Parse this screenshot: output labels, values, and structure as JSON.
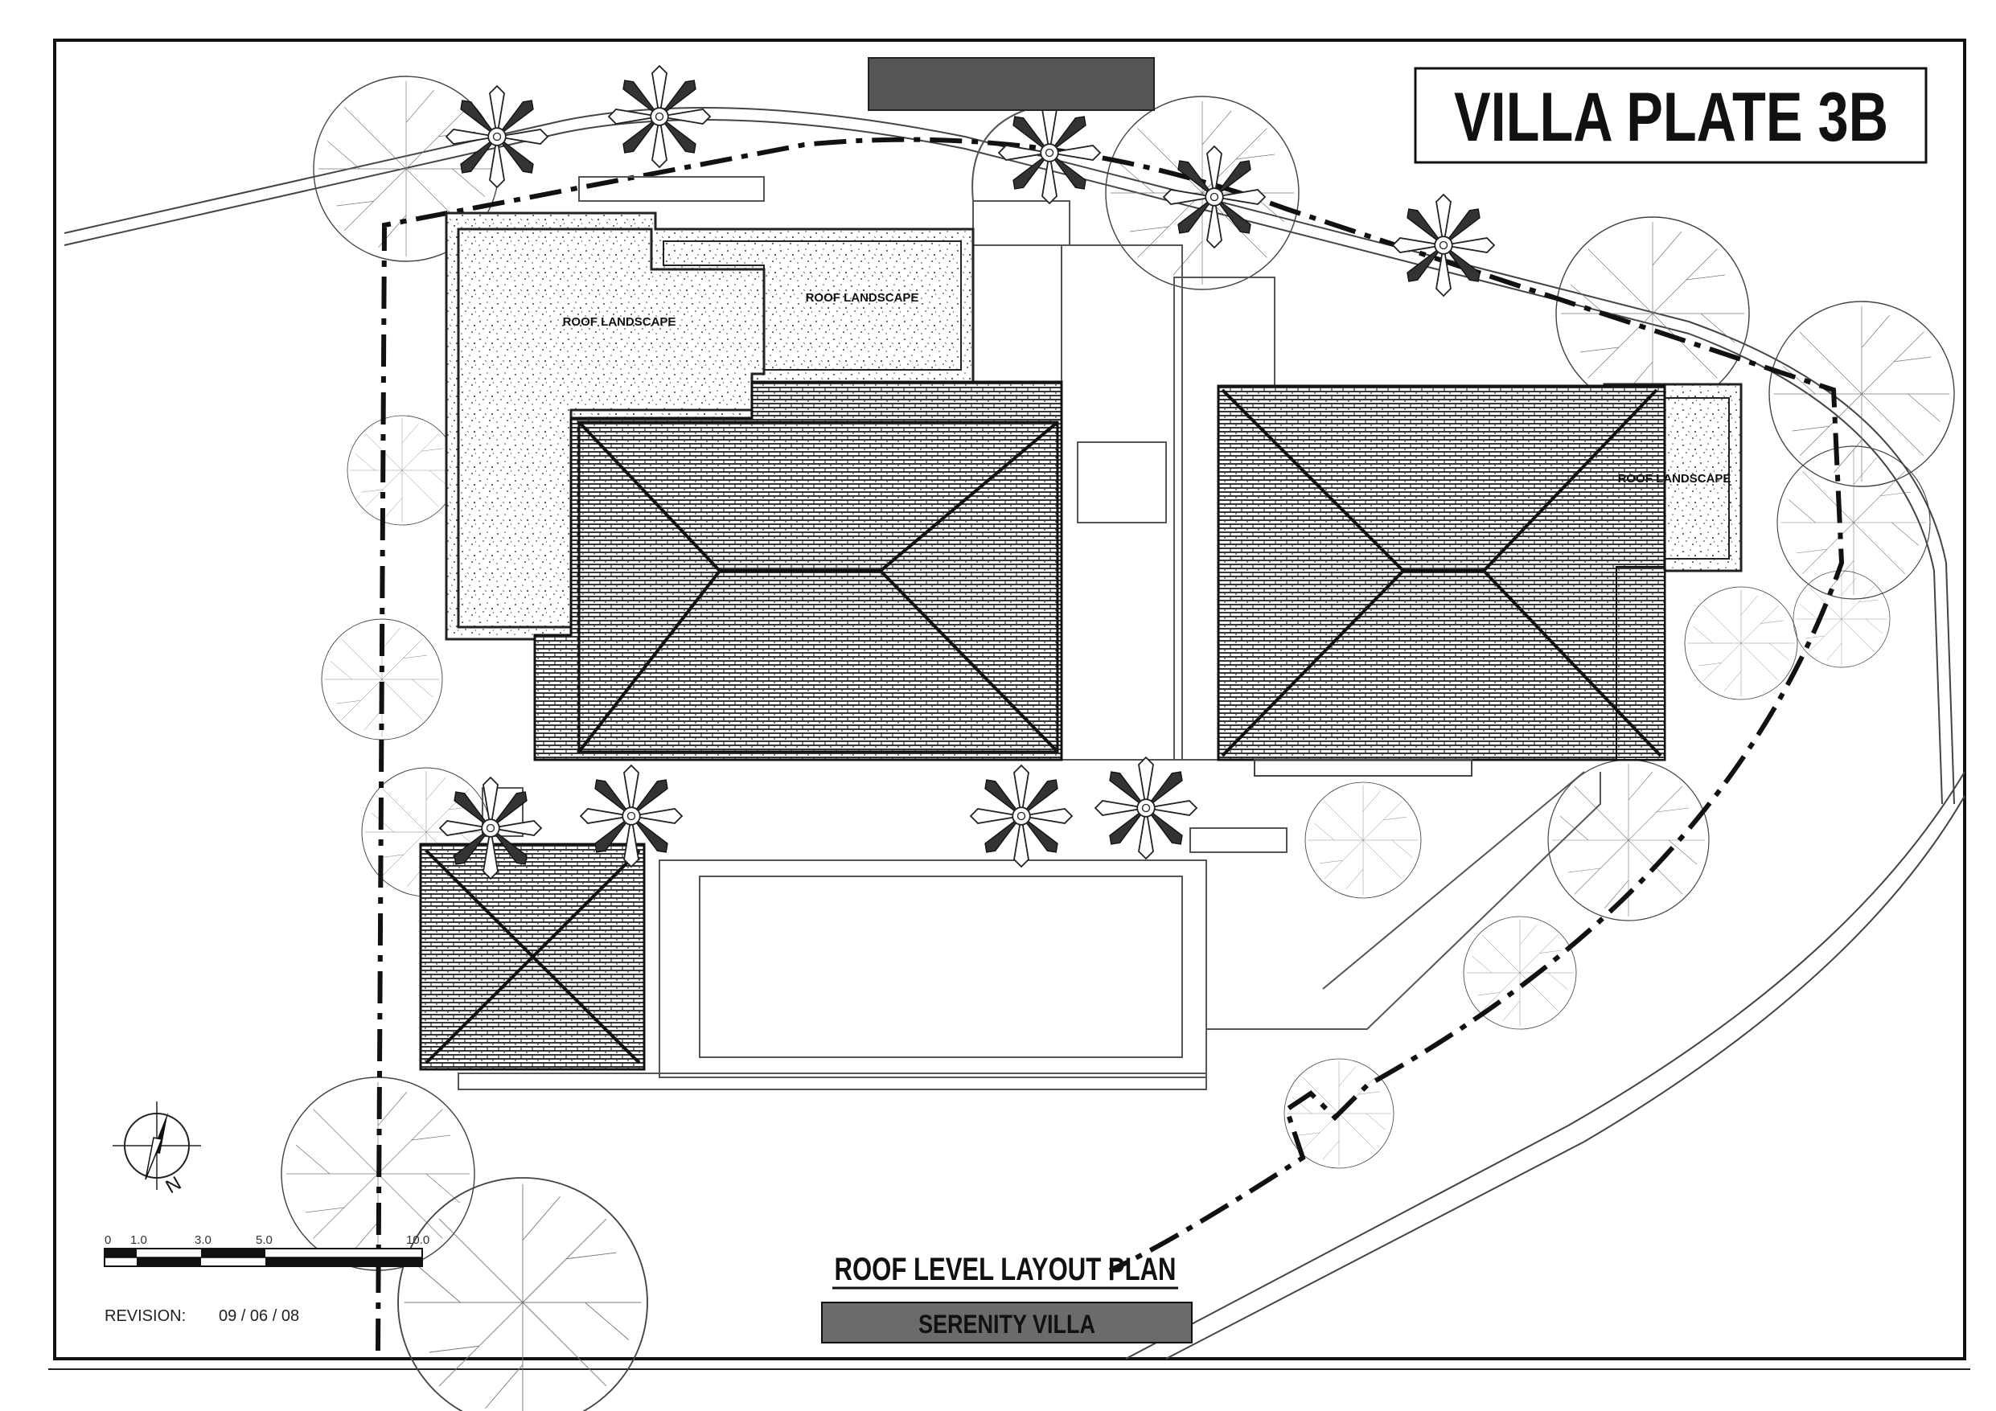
{
  "plate_title": "VILLA PLATE 3B",
  "plan_title": "ROOF LEVEL LAYOUT PLAN",
  "project_name": "SERENITY VILLA",
  "revision": {
    "label": "REVISION:",
    "date": "09 / 06 / 08"
  },
  "north_label": "N",
  "scale_bar": {
    "ticks": [
      {
        "label": "0",
        "value": 0
      },
      {
        "label": "1.0",
        "value": 1
      },
      {
        "label": "3.0",
        "value": 3
      },
      {
        "label": "5.0",
        "value": 5
      },
      {
        "label": "10.0",
        "value": 10
      }
    ]
  },
  "roof_landscape_labels": [
    "ROOF LANDSCAPE",
    "ROOF LANDSCAPE",
    "ROOF LANDSCAPE"
  ],
  "colors": {
    "ink": "#1a1a1a",
    "banner": "#555555",
    "project_banner": "#6b6b6b"
  },
  "icons": [
    "north-arrow-icon",
    "tree-icon",
    "palm-icon"
  ]
}
